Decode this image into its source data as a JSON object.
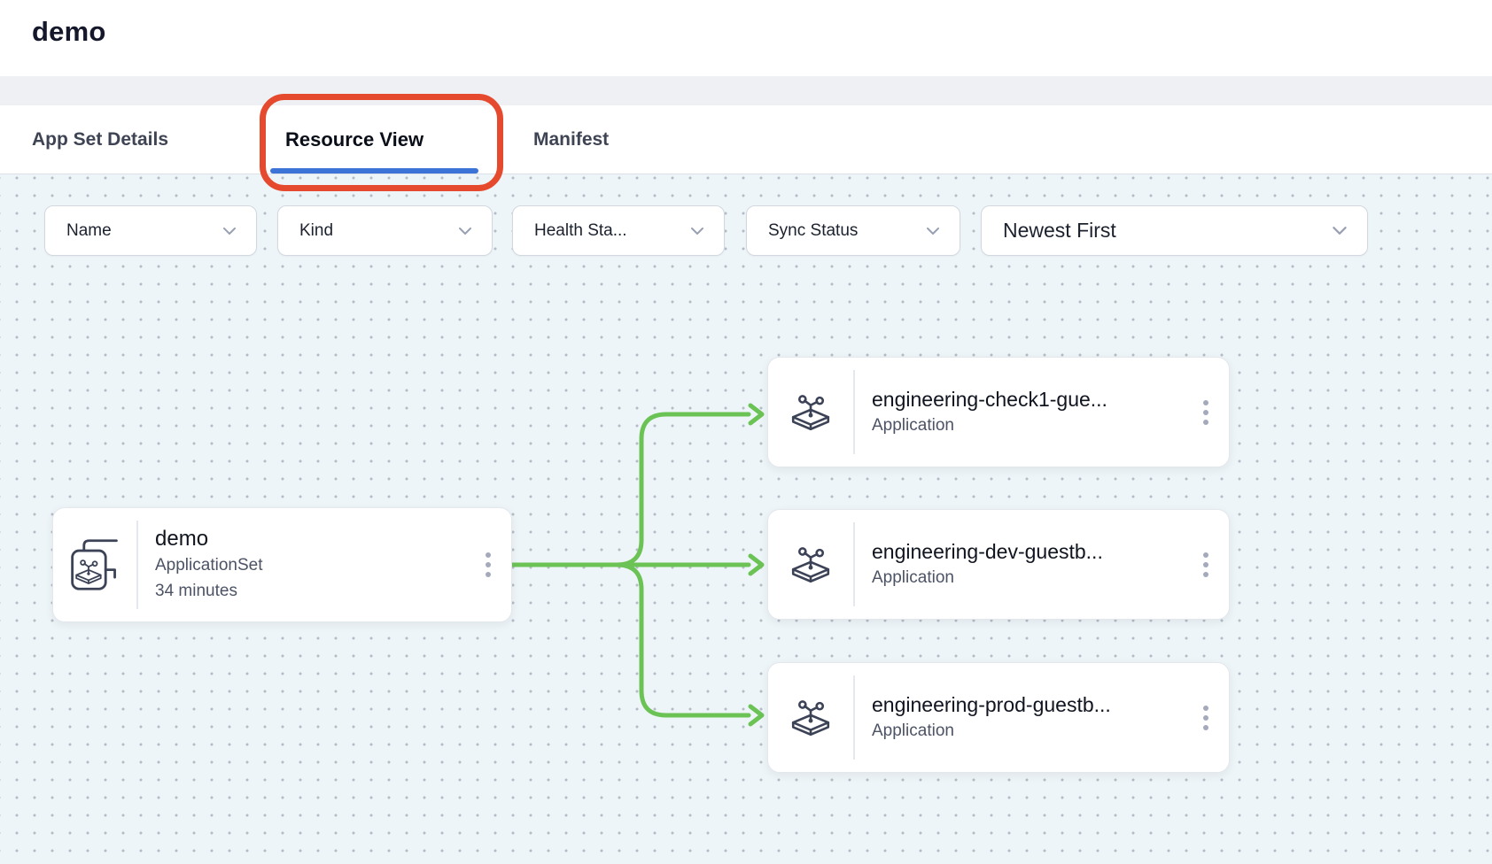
{
  "page": {
    "title": "demo"
  },
  "tabs": [
    {
      "label": "App Set Details",
      "active": false
    },
    {
      "label": "Resource View",
      "active": true
    },
    {
      "label": "Manifest",
      "active": false
    }
  ],
  "filters": [
    {
      "label": "Name"
    },
    {
      "label": "Kind"
    },
    {
      "label": "Health Sta..."
    },
    {
      "label": "Sync Status"
    },
    {
      "label": "Newest First"
    }
  ],
  "graph": {
    "root": {
      "title": "demo",
      "kind": "ApplicationSet",
      "age": "34 minutes"
    },
    "children": [
      {
        "title": "engineering-check1-gue...",
        "kind": "Application"
      },
      {
        "title": "engineering-dev-guestb...",
        "kind": "Application"
      },
      {
        "title": "engineering-prod-guestb...",
        "kind": "Application"
      }
    ]
  },
  "icons": {
    "root": "applicationset-icon",
    "child": "application-icon",
    "node_menu": "kebab-menu-icon",
    "dropdown": "chevron-down-icon"
  },
  "colors": {
    "accent-blue": "#3b74d6",
    "annotation-red": "#e64a2e",
    "edge-green": "#6cc355",
    "canvas-bg": "#eef5f8",
    "icon-ink": "#3d4357"
  }
}
